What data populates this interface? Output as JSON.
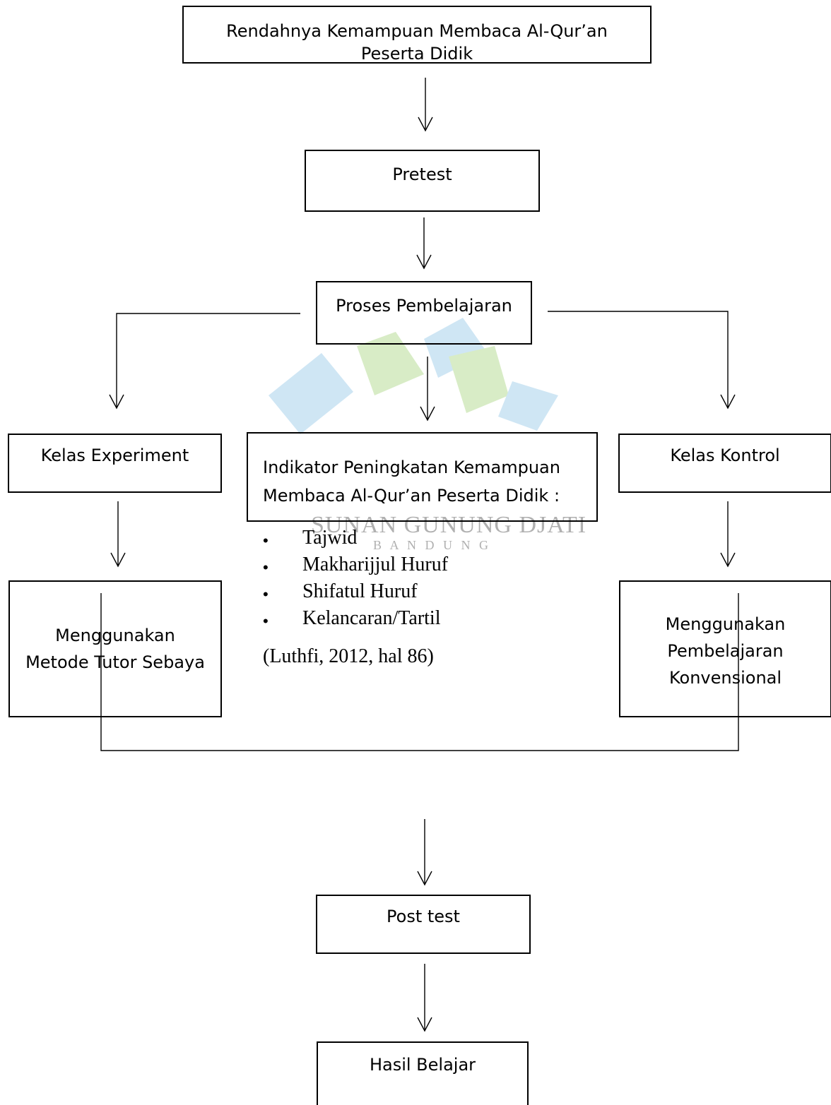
{
  "watermark": {
    "line1": "SUNAN GUNUNG DJATI",
    "line2": "B A N D U N G",
    "colors": {
      "blue": "#c9e3f3",
      "green": "#dcebc8"
    }
  },
  "nodes": {
    "problem": "Rendahnya Kemampuan Membaca Al-Qur’an Peserta Didik",
    "pretest": "Pretest",
    "process": "Proses Pembelajaran",
    "experiment": "Kelas Experiment",
    "control": "Kelas Kontrol",
    "experiment_method": [
      "Menggunakan",
      "Metode Tutor Sebaya"
    ],
    "control_method": [
      "Menggunakan",
      "Pembelajaran",
      "Konvensional"
    ],
    "indicators": {
      "heading": [
        "Indikator Peningkatan Kemampuan",
        "Membaca Al-Qur’an Peserta Didik :"
      ],
      "items": [
        "Tajwid",
        "Makharijjul Huruf",
        "Shifatul Huruf",
        "Kelancaran/Tartil"
      ],
      "citation": "(Luthfi, 2012, hal 86)"
    },
    "posttest": "Post test",
    "result": "Hasil Belajar"
  }
}
